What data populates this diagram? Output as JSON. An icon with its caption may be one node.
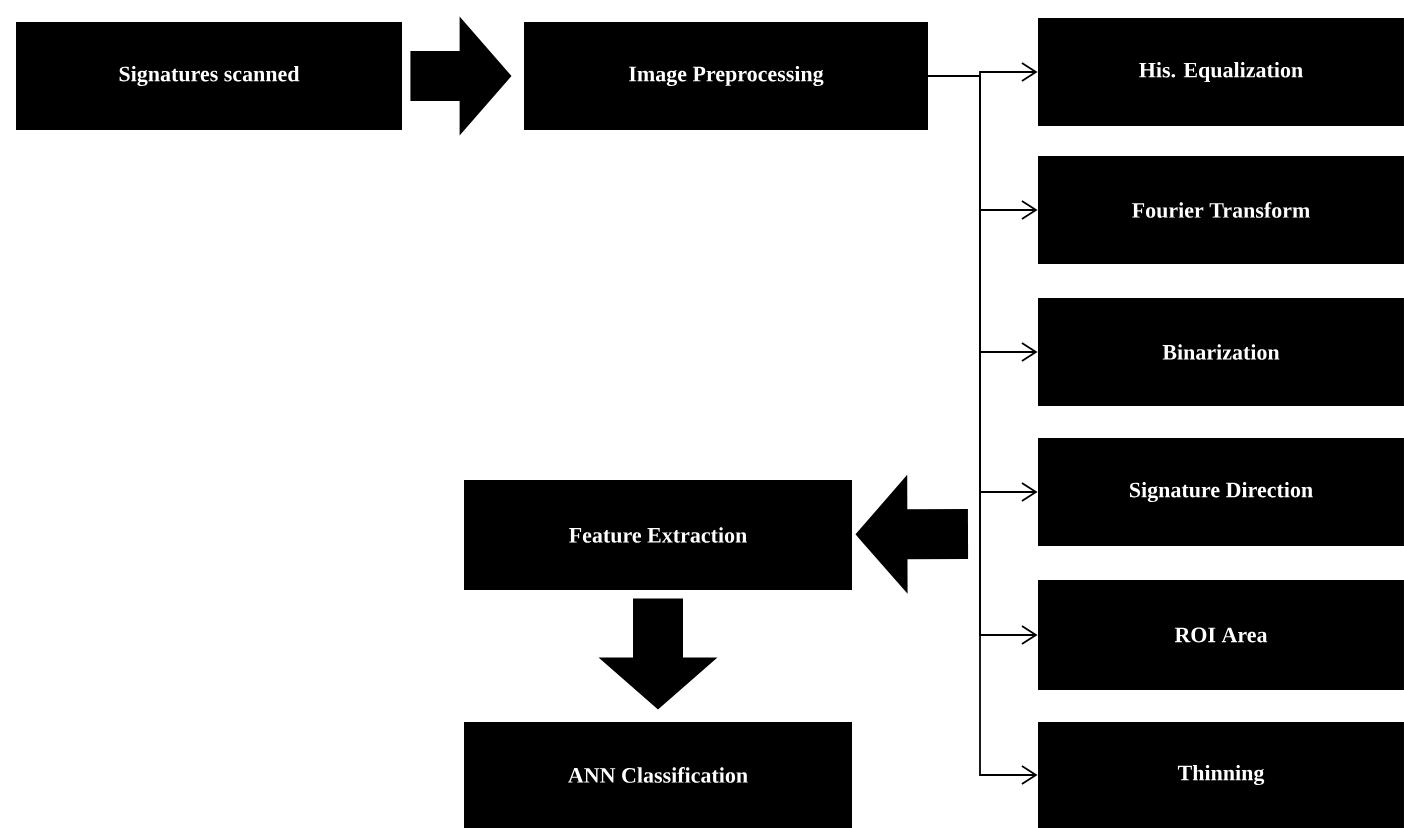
{
  "diagram": {
    "nodes": [
      {
        "text": [
          "Signatures scanned"
        ]
      },
      {
        "text": [
          "Image Preprocessing"
        ]
      },
      {
        "text": [
          "His. Equalization"
        ]
      },
      {
        "text": [
          "Fourier Transform"
        ]
      },
      {
        "text": [
          "Binarization"
        ]
      },
      {
        "text": [
          "Signature Direction"
        ]
      },
      {
        "text": [
          "ROI Area"
        ]
      },
      {
        "text": [
          "Thinning"
        ]
      },
      {
        "text": [
          "Feature Extraction"
        ]
      },
      {
        "text": [
          "ANN Classification"
        ]
      }
    ],
    "edges": [
      {
        "from": 0,
        "to": 1,
        "arrow": "to",
        "style": "thick"
      },
      {
        "from": 1,
        "to": 2,
        "arrow": "to"
      },
      {
        "from": 1,
        "to": 3,
        "arrow": "to"
      },
      {
        "from": 1,
        "to": 4,
        "arrow": "to"
      },
      {
        "from": 1,
        "to": 5,
        "arrow": "to"
      },
      {
        "from": 1,
        "to": 6,
        "arrow": "to"
      },
      {
        "from": 1,
        "to": 7,
        "arrow": "to"
      },
      {
        "from": null,
        "to": 8,
        "arrow": "to",
        "style": "thick"
      },
      {
        "from": 8,
        "to": 9,
        "arrow": "to",
        "style": "thick"
      }
    ]
  }
}
